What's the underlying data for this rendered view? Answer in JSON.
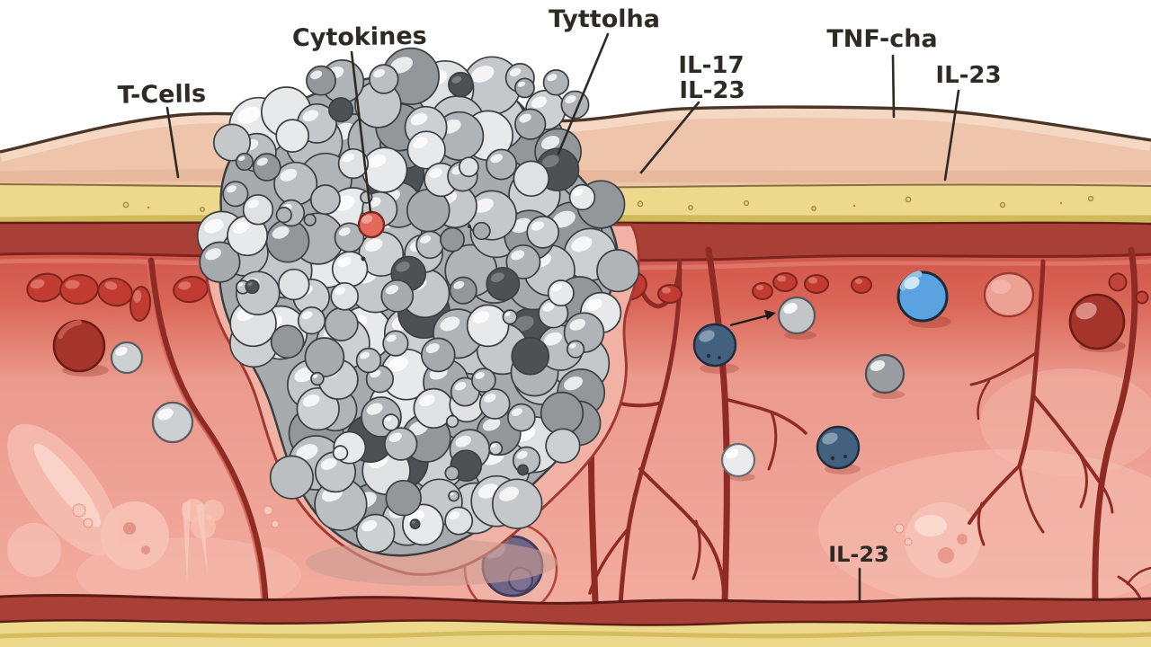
{
  "figure": {
    "type": "medical-illustration",
    "subject": "skin cross-section with plaque of cells, cytokine labels",
    "labels": {
      "t_cells": {
        "text": "T-Cells"
      },
      "cytokines": {
        "text": "Cytokines"
      },
      "tyttolha": {
        "text": "Tyttolha"
      },
      "il17": {
        "text": "IL-17"
      },
      "il23_mid": {
        "text": "IL-23"
      },
      "tnf_cha": {
        "text": "TNF-cha"
      },
      "il23_right": {
        "text": "IL-23"
      },
      "il23_bottom": {
        "text": "IL-23"
      }
    },
    "colors": {
      "label_ink": "#2e2a26",
      "epidermis": "#eec4aa",
      "epidermis_light": "#f6dcc9",
      "epidermis_outline": "#4a3527",
      "stratum": "#ecd98b",
      "stratum_edge": "#d2b95a",
      "dermis_dark": "#a84038",
      "dermis_bright": "#cf544a",
      "dermis_base": "#ee9f92",
      "dermis_light": "#f6c2b4",
      "wall": "#8e2b24",
      "halo": "#f1b2a5",
      "halo_outline": "#a03a31",
      "plaque_gray": "#a7abae",
      "plaque_outline": "#3c3f42",
      "plaque_dark": "#4d5154",
      "plaque_palette": [
        "#dfe1e2",
        "#cdd0d2",
        "#bbbfc1",
        "#a7abae",
        "#93979a",
        "#c5c8ca",
        "#e8e9ea",
        "#b0b4b6"
      ],
      "cytokine_dot": "#e2695c",
      "purple_cell": "#6e6487",
      "purple_outline": "#3f3a55",
      "blue_sphere": "#5aa2e0",
      "navy_sphere": "#44607f",
      "silver_sphere": "#ccd0d2",
      "gray_sphere": "#9a9ea1",
      "white_sphere": "#e8eaeb",
      "dark_red_sphere": "#a5352a"
    }
  }
}
